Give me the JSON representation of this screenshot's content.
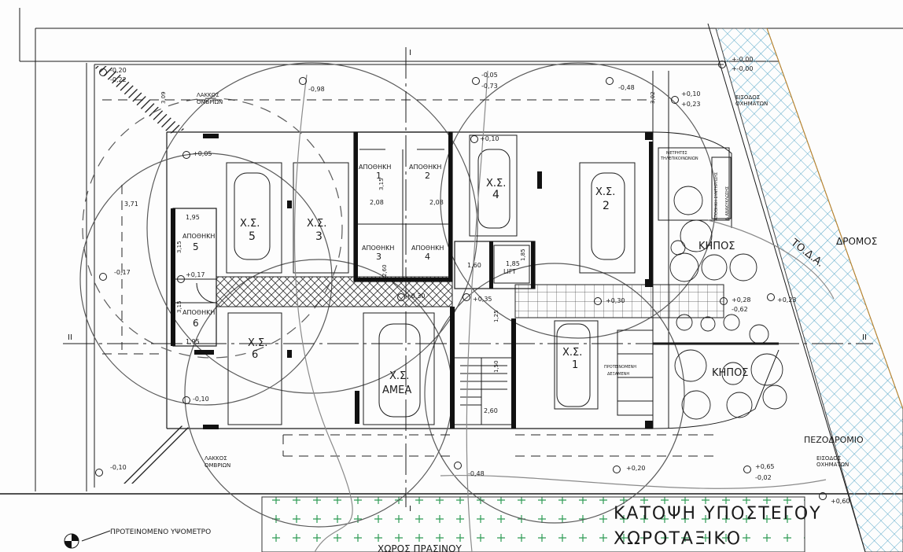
{
  "plan": {
    "title_line1": "ΚΑΤΟΨΗ ΥΠΟΣΤΕΓΟΥ",
    "title_line2": "ΧΩΡΟΤΑΞΙΚΟ",
    "legend_text": "ΠΡΟΤΕΙΝΟΜΕΝΟ ΥΨΟΜΕΤΡΟ",
    "road_label": "ΔΡΟΜΟΣ",
    "sidewalk_label": "ΠΕΖΟΔΡΟΜΙΟ",
    "green_label": "ΧΩΡΟΣ ΠΡΑΣΙΝΟΥ",
    "vehicle_entrance_top": [
      "ΕΙΣΟΔΟΣ",
      "ΟΧΗΜΑΤΩΝ"
    ],
    "vehicle_entrance_bottom": [
      "ΕΙΣΟΔΟΣ",
      "ΟΧΗΜΑΤΩΝ"
    ],
    "road_handwritten": "ΤΟ.Δ.Α.",
    "section_marks": {
      "top": "I",
      "bottom": "I",
      "left": "II",
      "right": "II"
    }
  },
  "rooms": {
    "storage_label": "ΑΠΟΘΗΚΗ",
    "storage_numbers": [
      "1",
      "2",
      "3",
      "4",
      "5",
      "6"
    ],
    "lift_label": "LIFT",
    "garden_label": "ΚΗΠΟΣ",
    "garden_label_2": "ΚΗΠΟΣ",
    "pit_label": [
      "ΛΑΚΚΟΣ",
      "ΟΜΒΡΙΩΝ"
    ],
    "pit_label_2": [
      "ΛΑΚΚΟΣ",
      "ΟΜΒΡΙΩΝ"
    ],
    "meters_label": [
      "ΜΕΤΡΗΤΕΣ",
      "ΤΗΛΕΠΙΚΟΙΝΩΝΙΩΝ"
    ],
    "aux_label": [
      "ΑΠΟΘΗΚΗ ΣΥΝΤΗΡΗΣΗΣ",
      "& ΑΝΑΚΥΚΛΩΣΗΣ"
    ],
    "proposed_label": [
      "ΠΡΟΤΕΙΝΟΜΕΝΗ",
      "ΔΕΞΑΜΕΝΗ"
    ]
  },
  "parking": [
    {
      "label": "Χ.Σ.",
      "num": "5"
    },
    {
      "label": "Χ.Σ.",
      "num": "3"
    },
    {
      "label": "Χ.Σ.",
      "num": "4"
    },
    {
      "label": "Χ.Σ.",
      "num": "2"
    },
    {
      "label": "Χ.Σ.",
      "num": "6"
    },
    {
      "label": "Χ.Σ.",
      "num": "ΑΜΕΑ"
    },
    {
      "label": "Χ.Σ.",
      "num": "1"
    }
  ],
  "dimensions": {
    "d_3_15_a": "3,15",
    "d_2_08_a": "2,08",
    "d_2_08_b": "2,08",
    "d_1_95_a": "1,95",
    "d_1_95_b": "1,95",
    "d_3_15_b": "3,15",
    "d_3_15_c": "3,15",
    "d_1_60": "1,60",
    "d_1_85_a": "1,85",
    "d_1_85_b": "1,85",
    "d_2_60": "2,60",
    "d_1_25": "1,25",
    "d_1_50": "1,50",
    "d_2_60_b": "2,60",
    "d_3_71": "3,71",
    "d_3_09": "3,09",
    "d_3_02": "3,02"
  },
  "levels": {
    "l1": "-0,20",
    "l1b": "-0,22",
    "l2": "-0,98",
    "l3": "-0,05",
    "l4": "-0,73",
    "l5": "-0,48",
    "l6": "+0,10",
    "l6b": "+0,23",
    "l7": "+0,05",
    "l8": "+0,10",
    "l9": "-0,17",
    "l10": "+0,17",
    "l11": "+0,30",
    "l12": "+0,35",
    "l13": "+0,30",
    "l14": "+0,28",
    "l14b": "-0,62",
    "l15": "+0,23",
    "l16": "-0,10",
    "l17": "-0,48",
    "l18": "+0,20",
    "l19": "+0,65",
    "l19b": "-0,02",
    "l20": "+0,60",
    "l21": "+-0,00",
    "l21b": "+-0,00",
    "l22": "-0,10"
  }
}
